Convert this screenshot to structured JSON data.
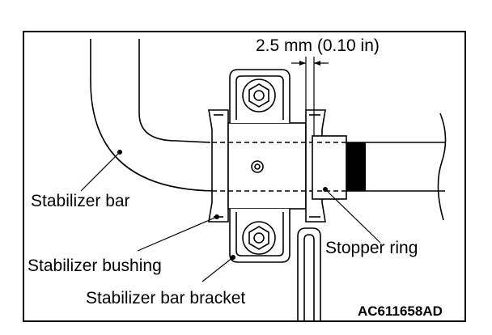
{
  "labels": {
    "dimension": "2.5 mm (0.10 in)",
    "stabilizer_bar": "Stabilizer bar",
    "stabilizer_bushing": "Stabilizer bushing",
    "stabilizer_bar_bracket": "Stabilizer bar bracket",
    "stopper_ring": "Stopper ring"
  },
  "figure_code": "AC611658AD",
  "colors": {
    "line": "#000000",
    "background": "#ffffff"
  }
}
